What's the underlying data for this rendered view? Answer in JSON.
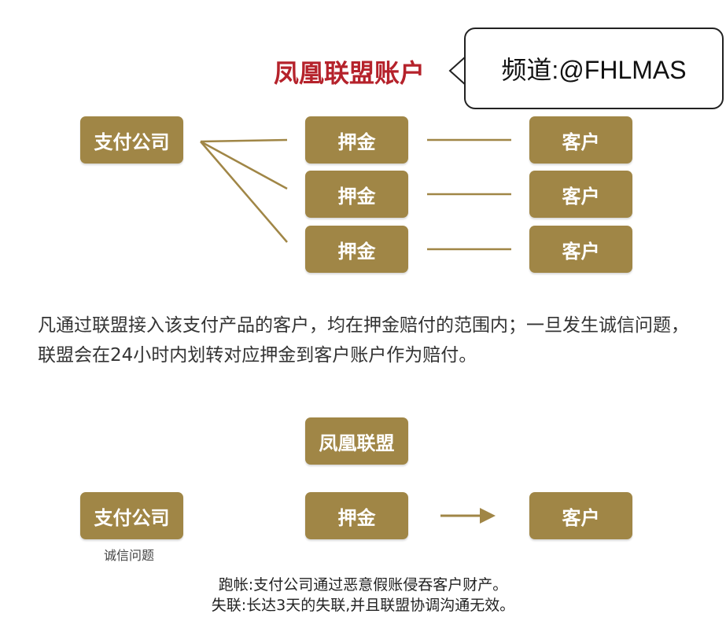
{
  "title": "凤凰联盟账户",
  "callout": "频道:@FHLMAS",
  "top_diagram": {
    "source": "支付公司",
    "deposits": [
      "押金",
      "押金",
      "押金"
    ],
    "customers": [
      "客户",
      "客户",
      "客户"
    ]
  },
  "paragraph": "凡通过联盟接入该支付产品的客户，均在押金赔付的范围内；一旦发生诚信问题，联盟会在24小时内划转对应押金到客户账户作为赔付。",
  "bottom_diagram": {
    "alliance": "凤凰联盟",
    "source": "支付公司",
    "source_caption": "诚信问题",
    "deposit": "押金",
    "customer": "客户"
  },
  "notes": [
    "跑帐:支付公司通过恶意假账侵吞客户财产。",
    "失联:长达3天的失联,并且联盟协调沟通无效。"
  ],
  "colors": {
    "gold": "#a08646",
    "title_red": "#b5222b"
  }
}
